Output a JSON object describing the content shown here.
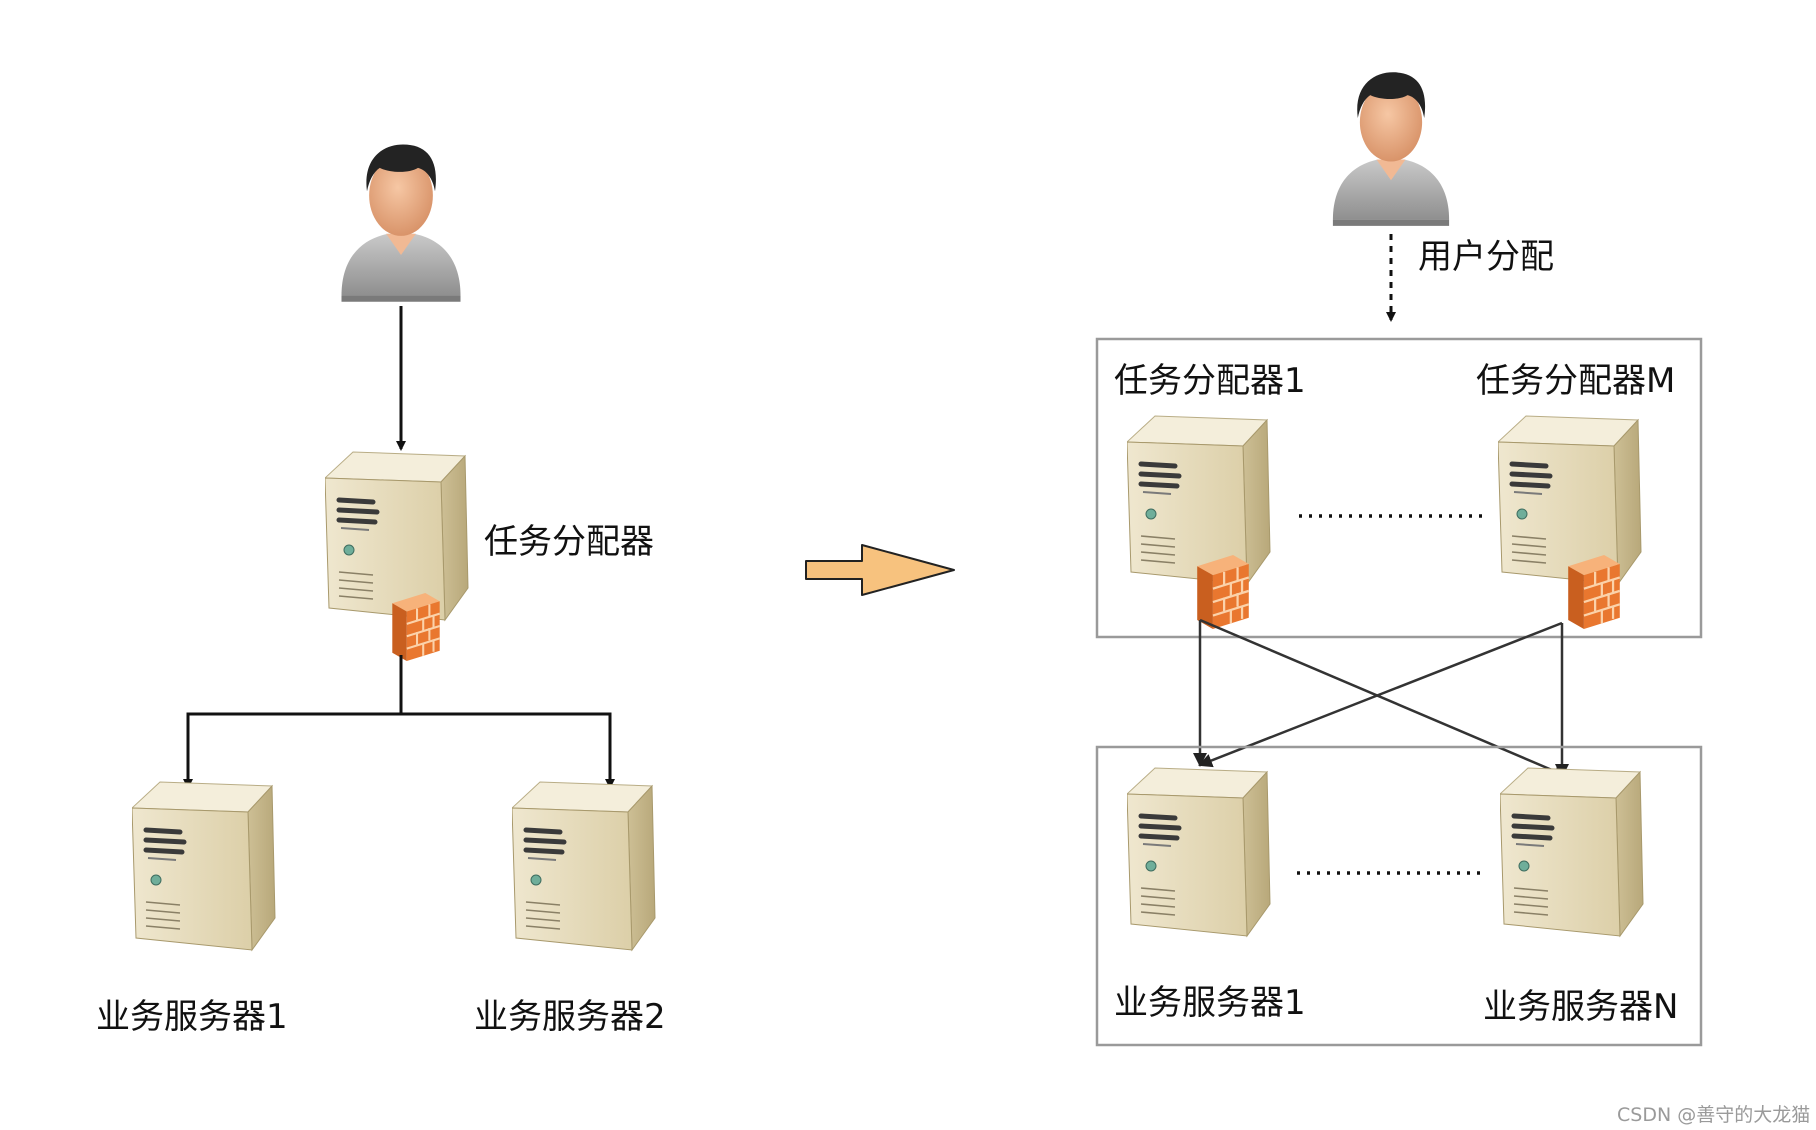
{
  "left": {
    "dispatcher_label": "任务分配器",
    "servers": [
      "业务服务器1",
      "业务服务器2"
    ]
  },
  "right": {
    "user_dispatch_label": "用户分配",
    "dispatchers": [
      "任务分配器1",
      "任务分配器M"
    ],
    "servers": [
      "业务服务器1",
      "业务服务器N"
    ]
  },
  "watermark": "CSDN @善守的大龙猫",
  "icons": {
    "user": "user-icon",
    "server": "server-icon",
    "firewall": "firewall-icon",
    "transition_arrow": "transition-arrow-icon"
  },
  "colors": {
    "line": "#111111",
    "box_border": "#9a9a9a",
    "server_body": "#e6dcc0",
    "server_side": "#c9bb92",
    "server_top": "#f3edd9",
    "firewall": "#f08a3c",
    "transition_arrow": "#f7c27e"
  }
}
